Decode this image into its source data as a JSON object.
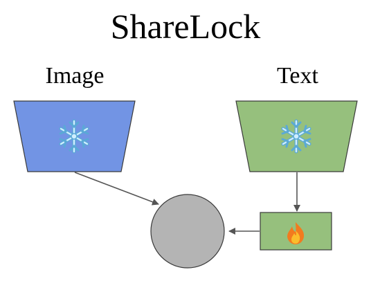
{
  "title": "ShareLock",
  "encoders": {
    "image": {
      "label": "Image",
      "color": "#7294e4",
      "icon": "snowflake-icon",
      "state": "frozen"
    },
    "text": {
      "label": "Text",
      "color": "#96c07d",
      "icon": "snowflake-icon",
      "state": "frozen"
    }
  },
  "projection": {
    "color": "#96c07d",
    "icon": "fire-icon",
    "state": "trainable"
  },
  "fusion_node": {
    "color": "#b4b4b4"
  },
  "edge_color": "#555555"
}
